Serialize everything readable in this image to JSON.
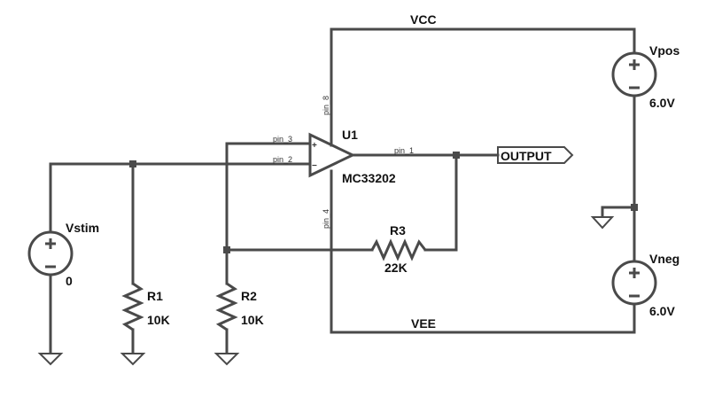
{
  "nets": {
    "vcc": "VCC",
    "vee": "VEE",
    "output": "OUTPUT"
  },
  "opamp": {
    "ref": "U1",
    "part": "MC33202",
    "pin_plus": "+",
    "pin_minus": "−",
    "pins": {
      "p3": "pin_3",
      "p2": "pin_2",
      "p1": "pin_1",
      "p8": "pin_8",
      "p4": "pin_4"
    }
  },
  "sources": {
    "vpos": {
      "name": "Vpos",
      "value": "6.0V"
    },
    "vneg": {
      "name": "Vneg",
      "value": "6.0V"
    },
    "vstim": {
      "name": "Vstim",
      "value": "0"
    }
  },
  "resistors": {
    "r1": {
      "ref": "R1",
      "value": "10K"
    },
    "r2": {
      "ref": "R2",
      "value": "10K"
    },
    "r3": {
      "ref": "R3",
      "value": "22K"
    }
  },
  "colors": {
    "wire": "#4a4a4a",
    "text": "#111111",
    "background": "#ffffff"
  }
}
